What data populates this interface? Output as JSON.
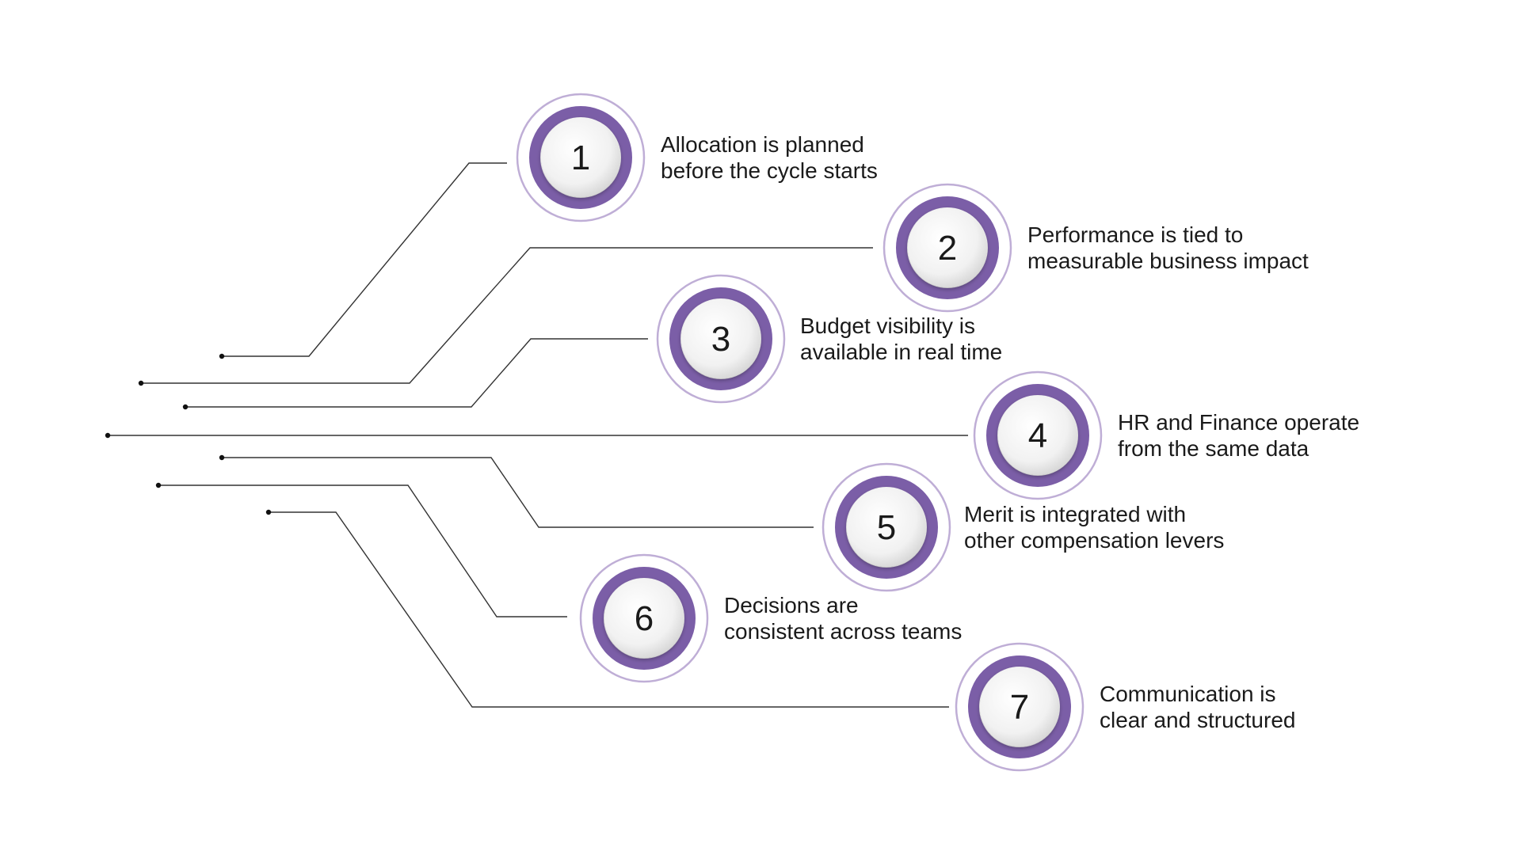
{
  "colors": {
    "accent": "#7b5ea7",
    "ring_outline": "#bfaed6",
    "line": "#333333",
    "text": "#1a1a1a",
    "background": "#ffffff"
  },
  "steps": [
    {
      "number": "1",
      "line1": "Allocation is planned",
      "line2": "before the cycle starts"
    },
    {
      "number": "2",
      "line1": "Performance is tied to",
      "line2": "measurable business impact"
    },
    {
      "number": "3",
      "line1": "Budget visibility is",
      "line2": "available in real time"
    },
    {
      "number": "4",
      "line1": "HR and Finance operate",
      "line2": "from the same data"
    },
    {
      "number": "5",
      "line1": "Merit is integrated with",
      "line2": "other compensation levers"
    },
    {
      "number": "6",
      "line1": "Decisions are",
      "line2": "consistent across teams"
    },
    {
      "number": "7",
      "line1": "Communication is",
      "line2": "clear and structured"
    }
  ]
}
